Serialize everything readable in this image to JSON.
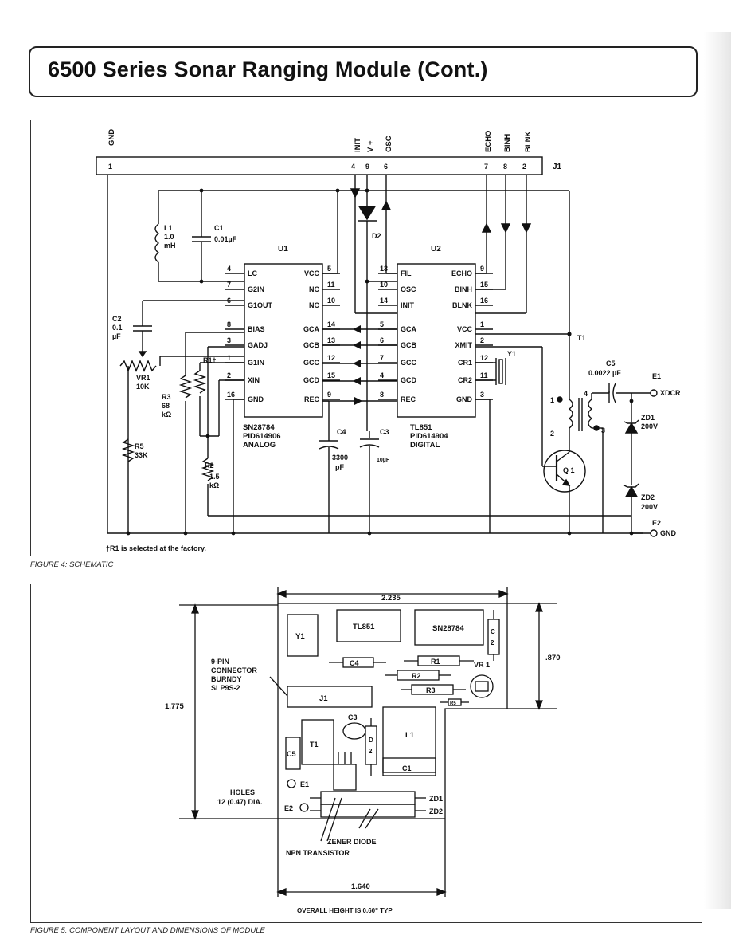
{
  "page_title": "6500 Series Sonar Ranging Module (Cont.)",
  "fig4": {
    "caption": "FIGURE 4: SCHEMATIC",
    "footnote": "†R1 is selected at the factory.",
    "connector": {
      "label": "J1",
      "pins": [
        {
          "name": "GND",
          "num": "1"
        },
        {
          "name": "INIT",
          "num": "4"
        },
        {
          "name": "V +",
          "num": "9"
        },
        {
          "name": "OSC",
          "num": "6"
        },
        {
          "name": "ECHO",
          "num": "7"
        },
        {
          "name": "BINH",
          "num": "8"
        },
        {
          "name": "BLNK",
          "num": "2"
        }
      ]
    },
    "u1": {
      "ref": "U1",
      "part": "SN28784",
      "pid": "PID614906",
      "kind": "ANALOG",
      "left": [
        {
          "num": "4",
          "name": "LC"
        },
        {
          "num": "7",
          "name": "G2IN"
        },
        {
          "num": "6",
          "name": "G1OUT"
        },
        {
          "num": "8",
          "name": "BIAS"
        },
        {
          "num": "3",
          "name": "GADJ"
        },
        {
          "num": "1",
          "name": "G1IN"
        },
        {
          "num": "2",
          "name": "XIN"
        },
        {
          "num": "16",
          "name": "GND"
        }
      ],
      "right": [
        {
          "num": "5",
          "name": "VCC"
        },
        {
          "num": "11",
          "name": "NC"
        },
        {
          "num": "10",
          "name": "NC"
        },
        {
          "num": "14",
          "name": "GCA"
        },
        {
          "num": "13",
          "name": "GCB"
        },
        {
          "num": "12",
          "name": "GCC"
        },
        {
          "num": "15",
          "name": "GCD"
        },
        {
          "num": "9",
          "name": "REC"
        }
      ]
    },
    "u2": {
      "ref": "U2",
      "part": "TL851",
      "pid": "PID614904",
      "kind": "DIGITAL",
      "left": [
        {
          "num": "13",
          "name": "FIL"
        },
        {
          "num": "10",
          "name": "OSC"
        },
        {
          "num": "14",
          "name": "INIT"
        },
        {
          "num": "5",
          "name": "GCA"
        },
        {
          "num": "6",
          "name": "GCB"
        },
        {
          "num": "7",
          "name": "GCC"
        },
        {
          "num": "4",
          "name": "GCD"
        },
        {
          "num": "8",
          "name": "REC"
        }
      ],
      "right": [
        {
          "num": "9",
          "name": "ECHO"
        },
        {
          "num": "15",
          "name": "BINH"
        },
        {
          "num": "16",
          "name": "BLNK"
        },
        {
          "num": "1",
          "name": "VCC"
        },
        {
          "num": "2",
          "name": "XMIT"
        },
        {
          "num": "12",
          "name": "CR1"
        },
        {
          "num": "11",
          "name": "CR2"
        },
        {
          "num": "3",
          "name": "GND"
        }
      ]
    },
    "parts": {
      "L1": [
        "L1",
        "1.0",
        "mH"
      ],
      "C1": [
        "C1",
        "0.01µF"
      ],
      "C2": [
        "C2",
        "0.1",
        "µF"
      ],
      "VR1": [
        "VR1",
        "10K"
      ],
      "R1": "R1†",
      "R3": [
        "R3",
        "68",
        "kΩ"
      ],
      "R5": [
        "R5",
        "33K"
      ],
      "R2": [
        "R2",
        "1.5",
        "kΩ"
      ],
      "C4": [
        "C4",
        "3300",
        "pF"
      ],
      "C3": [
        "C3",
        "10µF"
      ],
      "D2": "D2",
      "Y1": "Y1",
      "T1": "T1",
      "C5": [
        "C5",
        "0.0022 µF"
      ],
      "Q1": "Q 1",
      "ZD1": [
        "ZD1",
        "200V"
      ],
      "ZD2": [
        "ZD2",
        "200V"
      ],
      "E1": [
        "E1",
        "XDCR"
      ],
      "E2": [
        "E2",
        "GND"
      ],
      "t_pins": [
        "1",
        "4",
        "2",
        "3"
      ]
    }
  },
  "fig5": {
    "caption": "FIGURE 5: COMPONENT LAYOUT AND DIMENSIONS OF MODULE",
    "dim_width": "2.235",
    "dim_height": "1.775",
    "dim_step": ".870",
    "dim_lower": "1.640",
    "overall_height": "OVERALL HEIGHT IS 0.60\" TYP",
    "connector_note": [
      "9-PIN",
      "CONNECTOR",
      "BURNDY",
      "SLP9S-2"
    ],
    "holes_note": [
      "HOLES",
      "12 (0.47) DIA."
    ],
    "zener_note": "ZENER DIODE",
    "npn_note": "NPN TRANSISTOR",
    "comps": {
      "Y1": "Y1",
      "TL851": "TL851",
      "SN28784": "SN28784",
      "C2": [
        "C",
        "2"
      ],
      "C4": "C4",
      "R1": "R1",
      "VR1": "VR 1",
      "R2": "R2",
      "R3": "R3",
      "J1": "J1",
      "R5": "R5",
      "C3": "C3",
      "L1": "L1",
      "C5": "C5",
      "T1": "T1",
      "D2": [
        "D",
        "2"
      ],
      "C1": "C1",
      "E1": "E1",
      "E2": "E2",
      "ZD1": "ZD1",
      "ZD2": "ZD2"
    }
  }
}
